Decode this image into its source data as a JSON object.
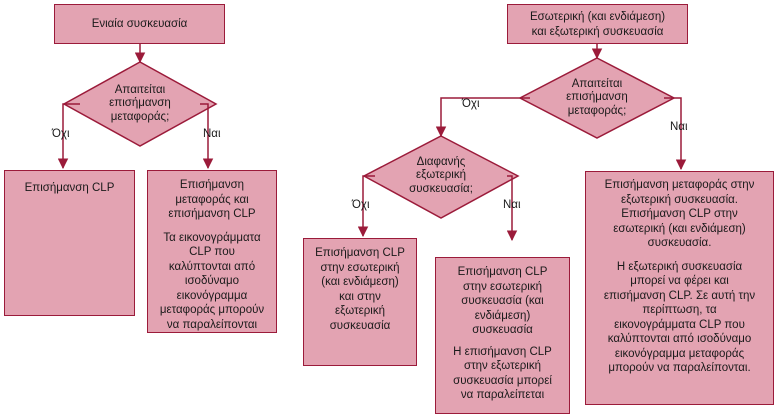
{
  "left": {
    "title": "Ενιαία συσκευασία",
    "decision": [
      "Απαιτείται",
      "επισήμανση",
      "μεταφοράς;"
    ],
    "no_label": "Όχι",
    "yes_label": "Ναι",
    "no_box": "Επισήμανση CLP",
    "yes_box_line1": [
      "Επισήμανση",
      "μεταφοράς και",
      "επισήμανση CLP"
    ],
    "yes_box_line2": [
      "Τα εικονογράμματα",
      "CLP που",
      "καλύπτονται από",
      "ισοδύναμο",
      "εικονόγραμμα",
      "μεταφοράς μπορούν",
      "να παραλείπονται"
    ]
  },
  "right": {
    "title": [
      "Εσωτερική (και ενδιάμεση)",
      "και εξωτερική συσκευασία"
    ],
    "decision": [
      "Απαιτείται",
      "επισήμανση",
      "μεταφοράς;"
    ],
    "no_label": "Όχι",
    "yes_label": "Ναι",
    "sub_decision": [
      "Διαφανής",
      "εξωτερική",
      "συσκευασία;"
    ],
    "sub_no_label": "Όχι",
    "sub_yes_label": "Ναι",
    "sub_no_box": [
      "Επισήμανση CLP",
      "στην εσωτερική",
      "(και ενδιάμεση)",
      "και στην",
      "εξωτερική",
      "συσκευασία"
    ],
    "sub_yes_box_line1": [
      "Επισήμανση CLP",
      "στην εσωτερική",
      "συσκευασία (και",
      "ενδιάμεση)",
      "συσκευασία"
    ],
    "sub_yes_box_line2": [
      "Η επισήμανση CLP",
      "στην εξωτερική",
      "συσκευασία μπορεί",
      "να παραλείπεται"
    ],
    "yes_box_line1": [
      "Επισήμανση μεταφοράς στην",
      "εξωτερική συσκευασία.",
      "Επισήμανση CLP στην",
      "εσωτερική (και ενδιάμεση)",
      "συσκευασία."
    ],
    "yes_box_line2": [
      "Η εξωτερική συσκευασία",
      "μπορεί να φέρει και",
      "επισήμανση CLP. Σε αυτή την",
      "περίπτωση, τα",
      "εικονογράμματα CLP που",
      "καλύπτονται από ισοδύναμο",
      "εικονόγραμμα μεταφοράς",
      "μπορούν να παραλείπονται."
    ]
  },
  "colors": {
    "fill": "#e3a3b2",
    "stroke": "#9b1b3a"
  }
}
